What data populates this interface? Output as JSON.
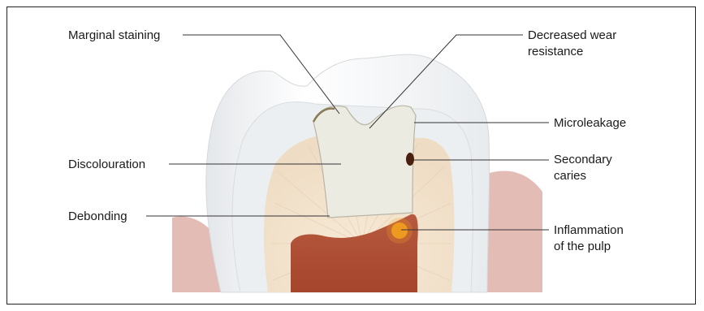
{
  "labels": {
    "marginal_staining": "Marginal staining",
    "decreased_wear_line1": "Decreased wear",
    "decreased_wear_line2": "resistance",
    "microleakage": "Microleakage",
    "discolouration": "Discolouration",
    "secondary_caries_line1": "Secondary",
    "secondary_caries_line2": "caries",
    "debonding": "Debonding",
    "inflammation_line1": "Inflammation",
    "inflammation_line2": "of the pulp"
  },
  "colors": {
    "gum": "#e4bcb6",
    "enamel": "#eef0f2",
    "dentine": "#f3e4cf",
    "restoration": "#ecebe2",
    "pulp": "#b14d33",
    "inflammation": "#f2a11e",
    "caries": "#4a1f10",
    "leader_line": "#333333"
  }
}
